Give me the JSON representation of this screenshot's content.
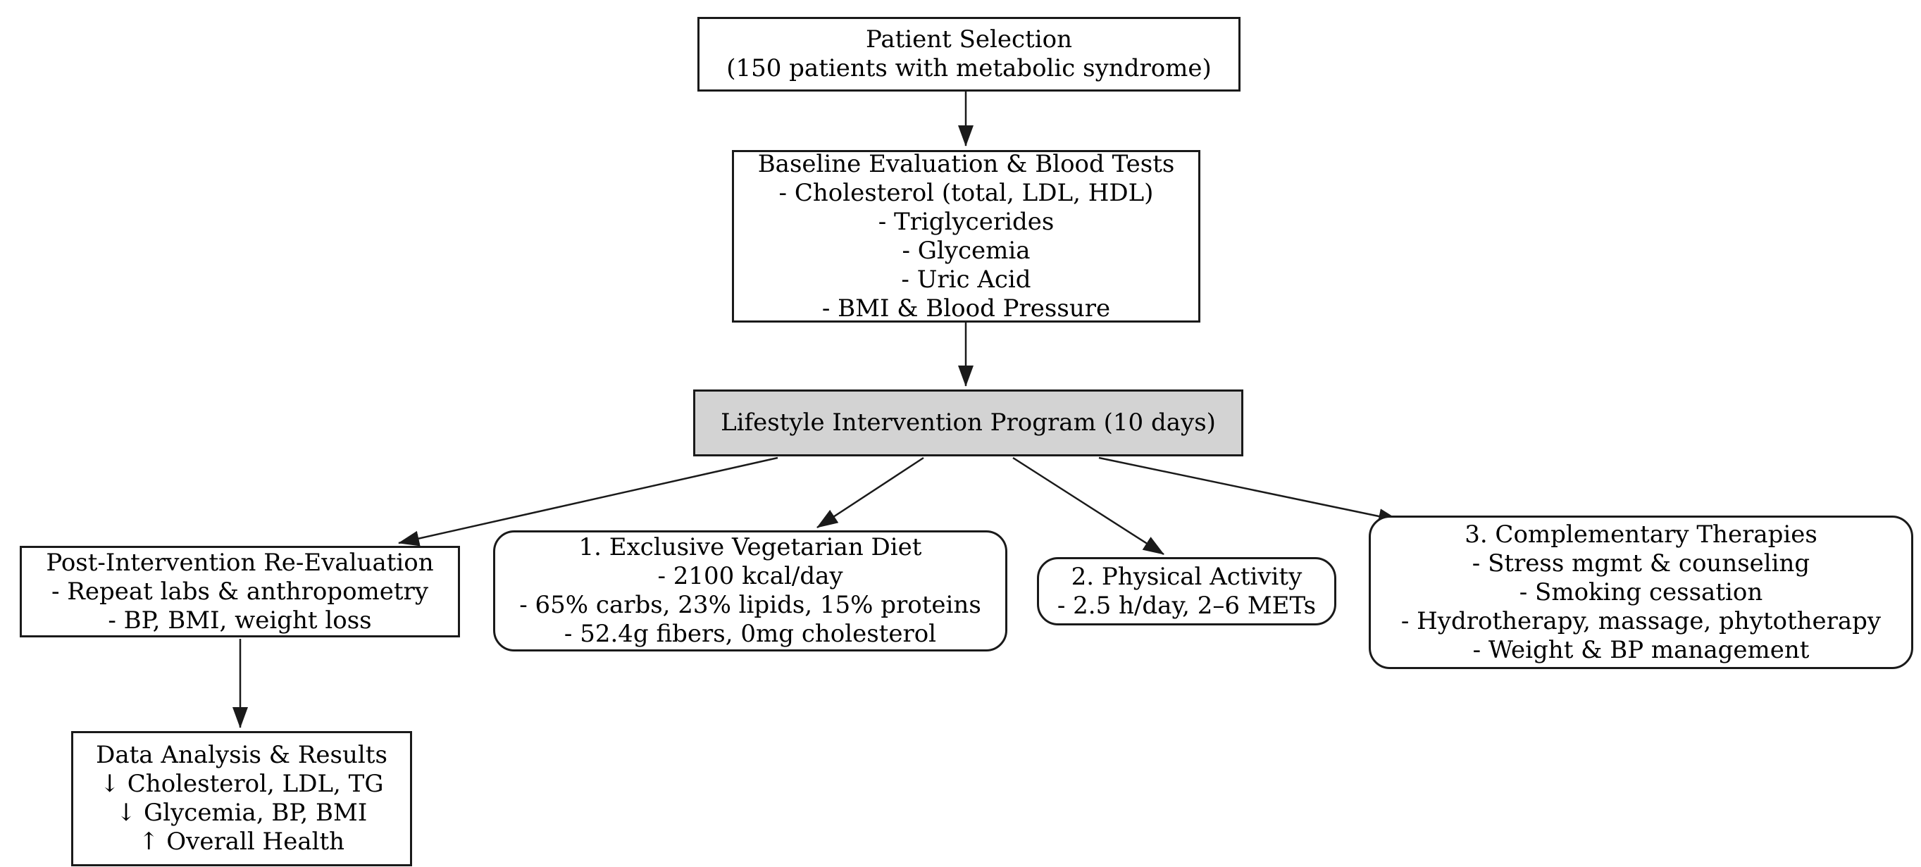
{
  "colors": {
    "node_border": "#1a1a1a",
    "highlight_fill": "#d3d3d3",
    "background": "#ffffff",
    "text": "#000000"
  },
  "nodes": [
    {
      "id": "patient-selection",
      "shape": "rect",
      "lines": [
        "Patient Selection",
        "(150 patients with metabolic syndrome)"
      ]
    },
    {
      "id": "baseline-evaluation",
      "shape": "rect",
      "lines": [
        "Baseline Evaluation & Blood Tests",
        "- Cholesterol (total, LDL, HDL)",
        "- Triglycerides",
        "- Glycemia",
        "- Uric Acid",
        "- BMI & Blood Pressure"
      ]
    },
    {
      "id": "lifestyle-program",
      "shape": "rect",
      "fill": "#d3d3d3",
      "lines": [
        "Lifestyle Intervention Program (10 days)"
      ]
    },
    {
      "id": "post-intervention",
      "shape": "rect",
      "lines": [
        "Post-Intervention Re-Evaluation",
        "- Repeat labs & anthropometry",
        "- BP, BMI, weight loss"
      ]
    },
    {
      "id": "vegetarian-diet",
      "shape": "rounded",
      "lines": [
        "1. Exclusive Vegetarian Diet",
        "- 2100 kcal/day",
        "- 65% carbs, 23% lipids, 15% proteins",
        "- 52.4g fibers, 0mg cholesterol"
      ]
    },
    {
      "id": "physical-activity",
      "shape": "rounded",
      "lines": [
        "2. Physical Activity",
        "- 2.5 h/day, 2–6 METs"
      ]
    },
    {
      "id": "complementary-therapies",
      "shape": "rounded",
      "lines": [
        "3. Complementary Therapies",
        "- Stress mgmt & counseling",
        "- Smoking cessation",
        "- Hydrotherapy, massage, phytotherapy",
        "- Weight & BP management"
      ]
    },
    {
      "id": "data-analysis",
      "shape": "rect",
      "lines": [
        "Data Analysis & Results",
        "↓ Cholesterol, LDL, TG",
        "↓ Glycemia, BP, BMI",
        "↑ Overall Health"
      ]
    }
  ],
  "edges": [
    {
      "from": "patient-selection",
      "to": "baseline-evaluation"
    },
    {
      "from": "baseline-evaluation",
      "to": "lifestyle-program"
    },
    {
      "from": "lifestyle-program",
      "to": "post-intervention"
    },
    {
      "from": "lifestyle-program",
      "to": "vegetarian-diet"
    },
    {
      "from": "lifestyle-program",
      "to": "physical-activity"
    },
    {
      "from": "lifestyle-program",
      "to": "complementary-therapies"
    },
    {
      "from": "post-intervention",
      "to": "data-analysis"
    }
  ]
}
